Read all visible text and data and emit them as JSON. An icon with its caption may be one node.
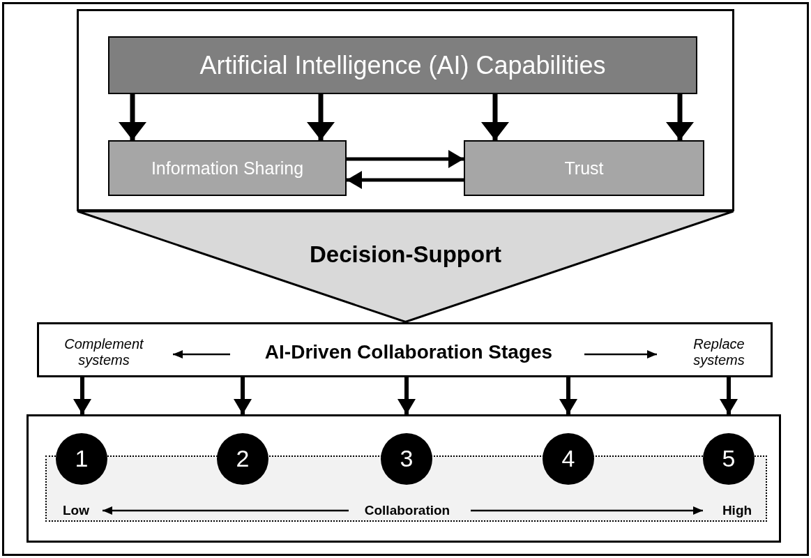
{
  "diagram": {
    "nodes": [
      {
        "text": [],
        "shape": "box"
      },
      {
        "text": [
          "Artificial Intelligence (AI) Capabilities"
        ],
        "in": 0
      },
      {
        "text": [
          "Information Sharing"
        ],
        "in": 0
      },
      {
        "text": [
          "Trust"
        ],
        "in": 0
      },
      {
        "text": [
          "Decision-Support"
        ]
      },
      {
        "text": [
          "Complement systems",
          "AI-Driven Collaboration Stages",
          "Replace systems"
        ]
      },
      {
        "text": [],
        "shape": "box"
      },
      {
        "text": [
          "Low",
          "Collaboration",
          "High"
        ],
        "in": 6
      },
      {
        "text": [
          "1"
        ],
        "in": 6
      },
      {
        "text": [
          "2"
        ],
        "in": 6
      },
      {
        "text": [
          "3"
        ],
        "in": 6
      },
      {
        "text": [
          "4"
        ],
        "in": 6
      },
      {
        "text": [
          "5"
        ],
        "in": 6
      }
    ],
    "edges": [
      {
        "from": 1,
        "to": 2,
        "arrow": "to"
      },
      {
        "from": 1,
        "to": 2,
        "arrow": "to"
      },
      {
        "from": 1,
        "to": 3,
        "arrow": "to"
      },
      {
        "from": 1,
        "to": 3,
        "arrow": "to"
      },
      {
        "from": 2,
        "to": 3,
        "arrow": "to"
      },
      {
        "from": 3,
        "to": 2,
        "arrow": "to"
      },
      {
        "from": 5,
        "to": 6,
        "arrow": "to"
      },
      {
        "from": 5,
        "to": 6,
        "arrow": "to"
      },
      {
        "from": 5,
        "to": 6,
        "arrow": "to"
      },
      {
        "from": 5,
        "to": 6,
        "arrow": "to"
      },
      {
        "from": 5,
        "to": 6,
        "arrow": "to"
      }
    ]
  }
}
